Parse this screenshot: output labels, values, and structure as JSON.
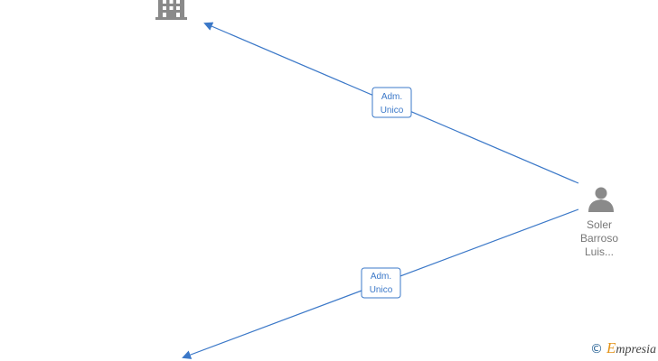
{
  "colors": {
    "edge": "#3b78c8",
    "icon": "#8a8a8a",
    "label_text": "#777777",
    "brand_accent": "#e3941b"
  },
  "nodes": {
    "company": {
      "icon": "building-icon"
    },
    "person": {
      "icon": "person-icon",
      "name_lines": [
        "Soler",
        "Barroso",
        "Luis..."
      ]
    }
  },
  "edges": [
    {
      "from": "person",
      "to": "company",
      "label_lines": [
        "Adm.",
        "Unico"
      ]
    },
    {
      "from": "person",
      "to": "company-offscreen",
      "label_lines": [
        "Adm.",
        "Unico"
      ]
    }
  ],
  "footer": {
    "copyright_symbol": "©",
    "brand_first": "E",
    "brand_rest": "mpresia"
  }
}
